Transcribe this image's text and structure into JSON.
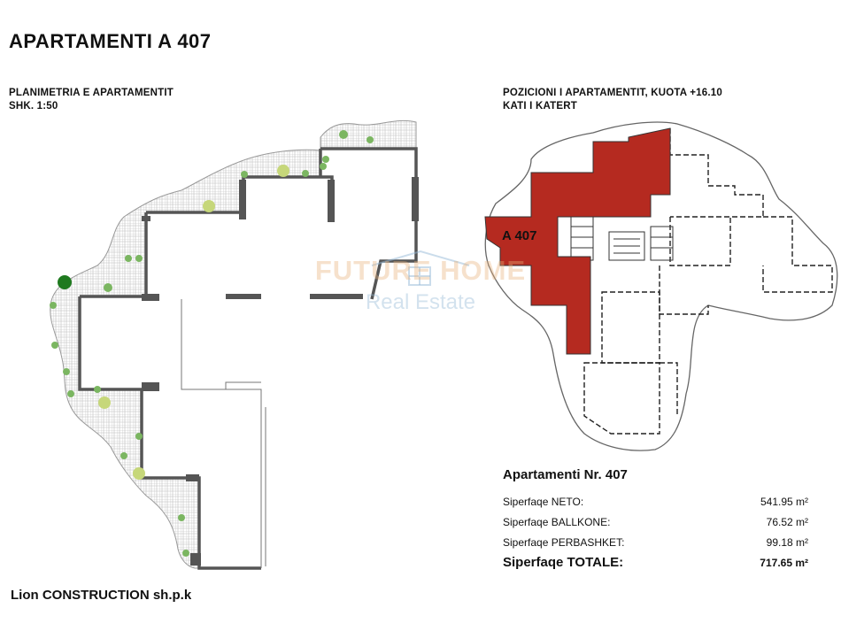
{
  "page": {
    "title": "APARTAMENTI  A 407",
    "company": "Lion CONSTRUCTION sh.p.k"
  },
  "plan": {
    "heading_line1": "PLANIMETRIA E APARTAMENTIT",
    "heading_line2": "SHK. 1:50"
  },
  "position": {
    "heading_line1": "POZICIONI I APARTAMENTIT,  KUOTA +16.10",
    "heading_line2": "KATI I KATERT",
    "apartment_label": "A 407",
    "highlight_color": "#b52a20"
  },
  "watermark": {
    "name": "FUTURE HOME",
    "tagline": "Real Estate"
  },
  "areas": {
    "title": "Apartamenti Nr. 407",
    "rows": [
      {
        "label": "Siperfaqe NETO:",
        "value": "541.95 m²"
      },
      {
        "label": "Siperfaqe BALLKONE:",
        "value": "76.52 m²"
      },
      {
        "label": "Siperfaqe PERBASHKET:",
        "value": "99.18 m²"
      }
    ],
    "total": {
      "label": "Siperfaqe TOTALE:",
      "value": "717.65 m²"
    }
  },
  "colors": {
    "wall": "#555555",
    "plant": "#7bb661",
    "plant_light": "#c6d77a",
    "tree_dark": "#1f7a1f"
  }
}
